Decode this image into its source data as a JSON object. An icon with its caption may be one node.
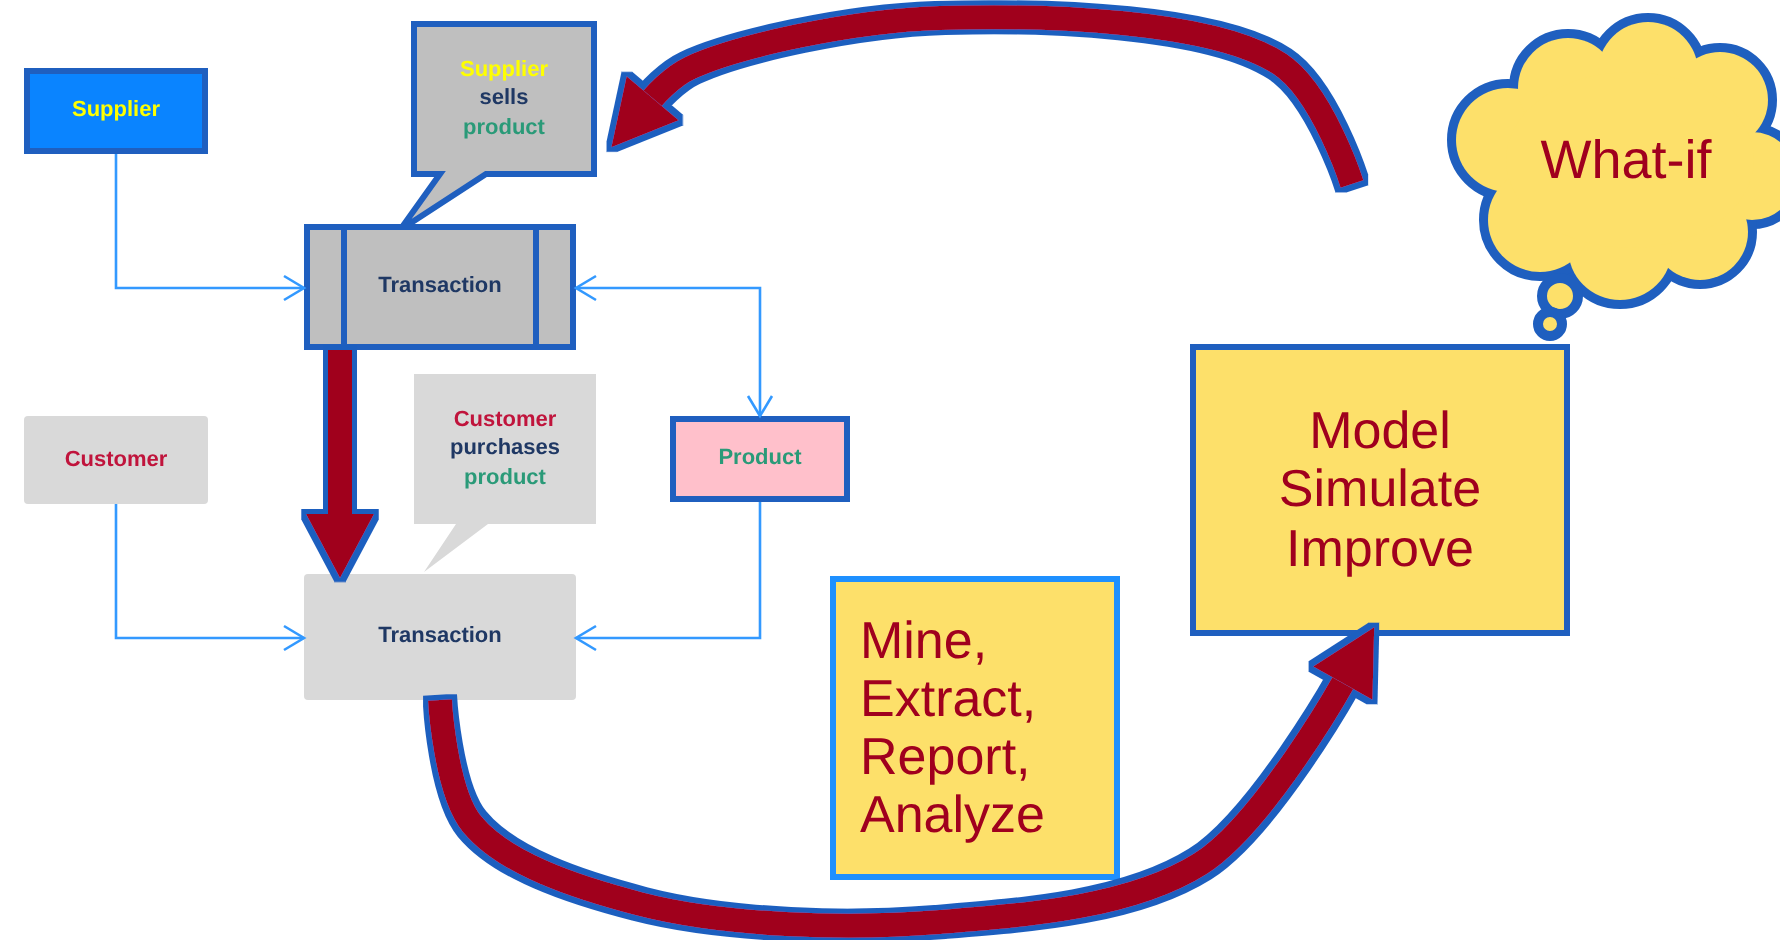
{
  "diagram": {
    "nodes": [
      {
        "text": [
          "Supplier"
        ]
      },
      {
        "text": [
          "Supplier",
          "sells",
          "product"
        ]
      },
      {
        "text": [
          "What-if"
        ]
      },
      {
        "text": [
          "Transaction"
        ]
      },
      {
        "text": [
          "Model Simulate Improve"
        ]
      },
      {
        "text": [
          "Customer"
        ]
      },
      {
        "text": [
          "Customer",
          "purchases",
          "product"
        ]
      },
      {
        "text": [
          "Product"
        ]
      },
      {
        "text": [
          "Transaction"
        ]
      },
      {
        "text": [
          "Mine, Extract, Report, Analyze"
        ]
      }
    ],
    "edges": [
      {
        "from": 0,
        "to": 3,
        "arrow": "to"
      },
      {
        "from": 3,
        "to": 7,
        "arrow": "both"
      },
      {
        "from": 5,
        "to": 8,
        "arrow": "to"
      },
      {
        "from": 7,
        "to": 8,
        "arrow": "to"
      },
      {
        "from": 3,
        "to": 8,
        "arrow": "to",
        "style": "thick",
        "color": "#a0001e"
      },
      {
        "from": 8,
        "to": 4,
        "arrow": "to",
        "style": "thick",
        "color": "#a0001e"
      },
      {
        "from": null,
        "to": 1,
        "arrow": "to",
        "style": "thick",
        "color": "#a0001e"
      }
    ]
  }
}
